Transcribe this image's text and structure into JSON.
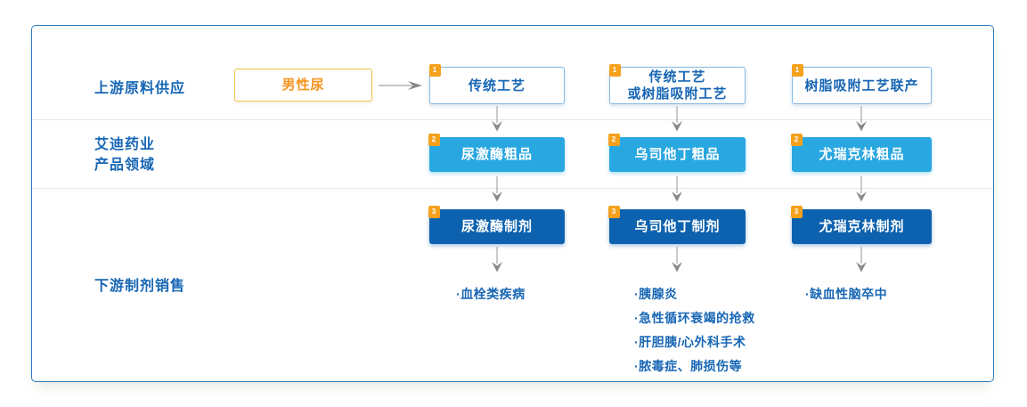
{
  "rows": {
    "upstream": {
      "label": "上游原料供应"
    },
    "products": {
      "line1": "艾迪药业",
      "line2": "产品领域"
    },
    "downstream": {
      "label": "下游制剂销售"
    }
  },
  "source": {
    "label": "男性尿"
  },
  "columns": [
    {
      "process": {
        "badge": "1",
        "line1": "传统工艺",
        "line2": ""
      },
      "crude": {
        "badge": "2",
        "label": "尿激酶粗品"
      },
      "formulation": {
        "badge": "3",
        "label": "尿激酶制剂"
      },
      "indications": [
        "·血栓类疾病"
      ]
    },
    {
      "process": {
        "badge": "1",
        "line1": "传统工艺",
        "line2": "或树脂吸附工艺"
      },
      "crude": {
        "badge": "2",
        "label": "乌司他丁粗品"
      },
      "formulation": {
        "badge": "3",
        "label": "乌司他丁制剂"
      },
      "indications": [
        "·胰腺炎",
        "·急性循环衰竭的抢救",
        "·肝胆胰/心外科手术",
        "·脓毒症、肺损伤等"
      ]
    },
    {
      "process": {
        "badge": "1",
        "line1": "树脂吸附工艺联产",
        "line2": ""
      },
      "crude": {
        "badge": "2",
        "label": "尤瑞克林粗品"
      },
      "formulation": {
        "badge": "3",
        "label": "尤瑞克林制剂"
      },
      "indications": [
        "·缺血性脑卒中"
      ]
    }
  ],
  "colors": {
    "frame_border": "#2b7abf",
    "label_blue": "#1766b4",
    "crude_fill": "#29a7e1",
    "formulation_fill": "#0d62af",
    "badge_orange": "#f5a11c",
    "source_border": "#f0c14b",
    "source_text": "#f7941d",
    "arrow_gray": "#8a8a8a"
  }
}
